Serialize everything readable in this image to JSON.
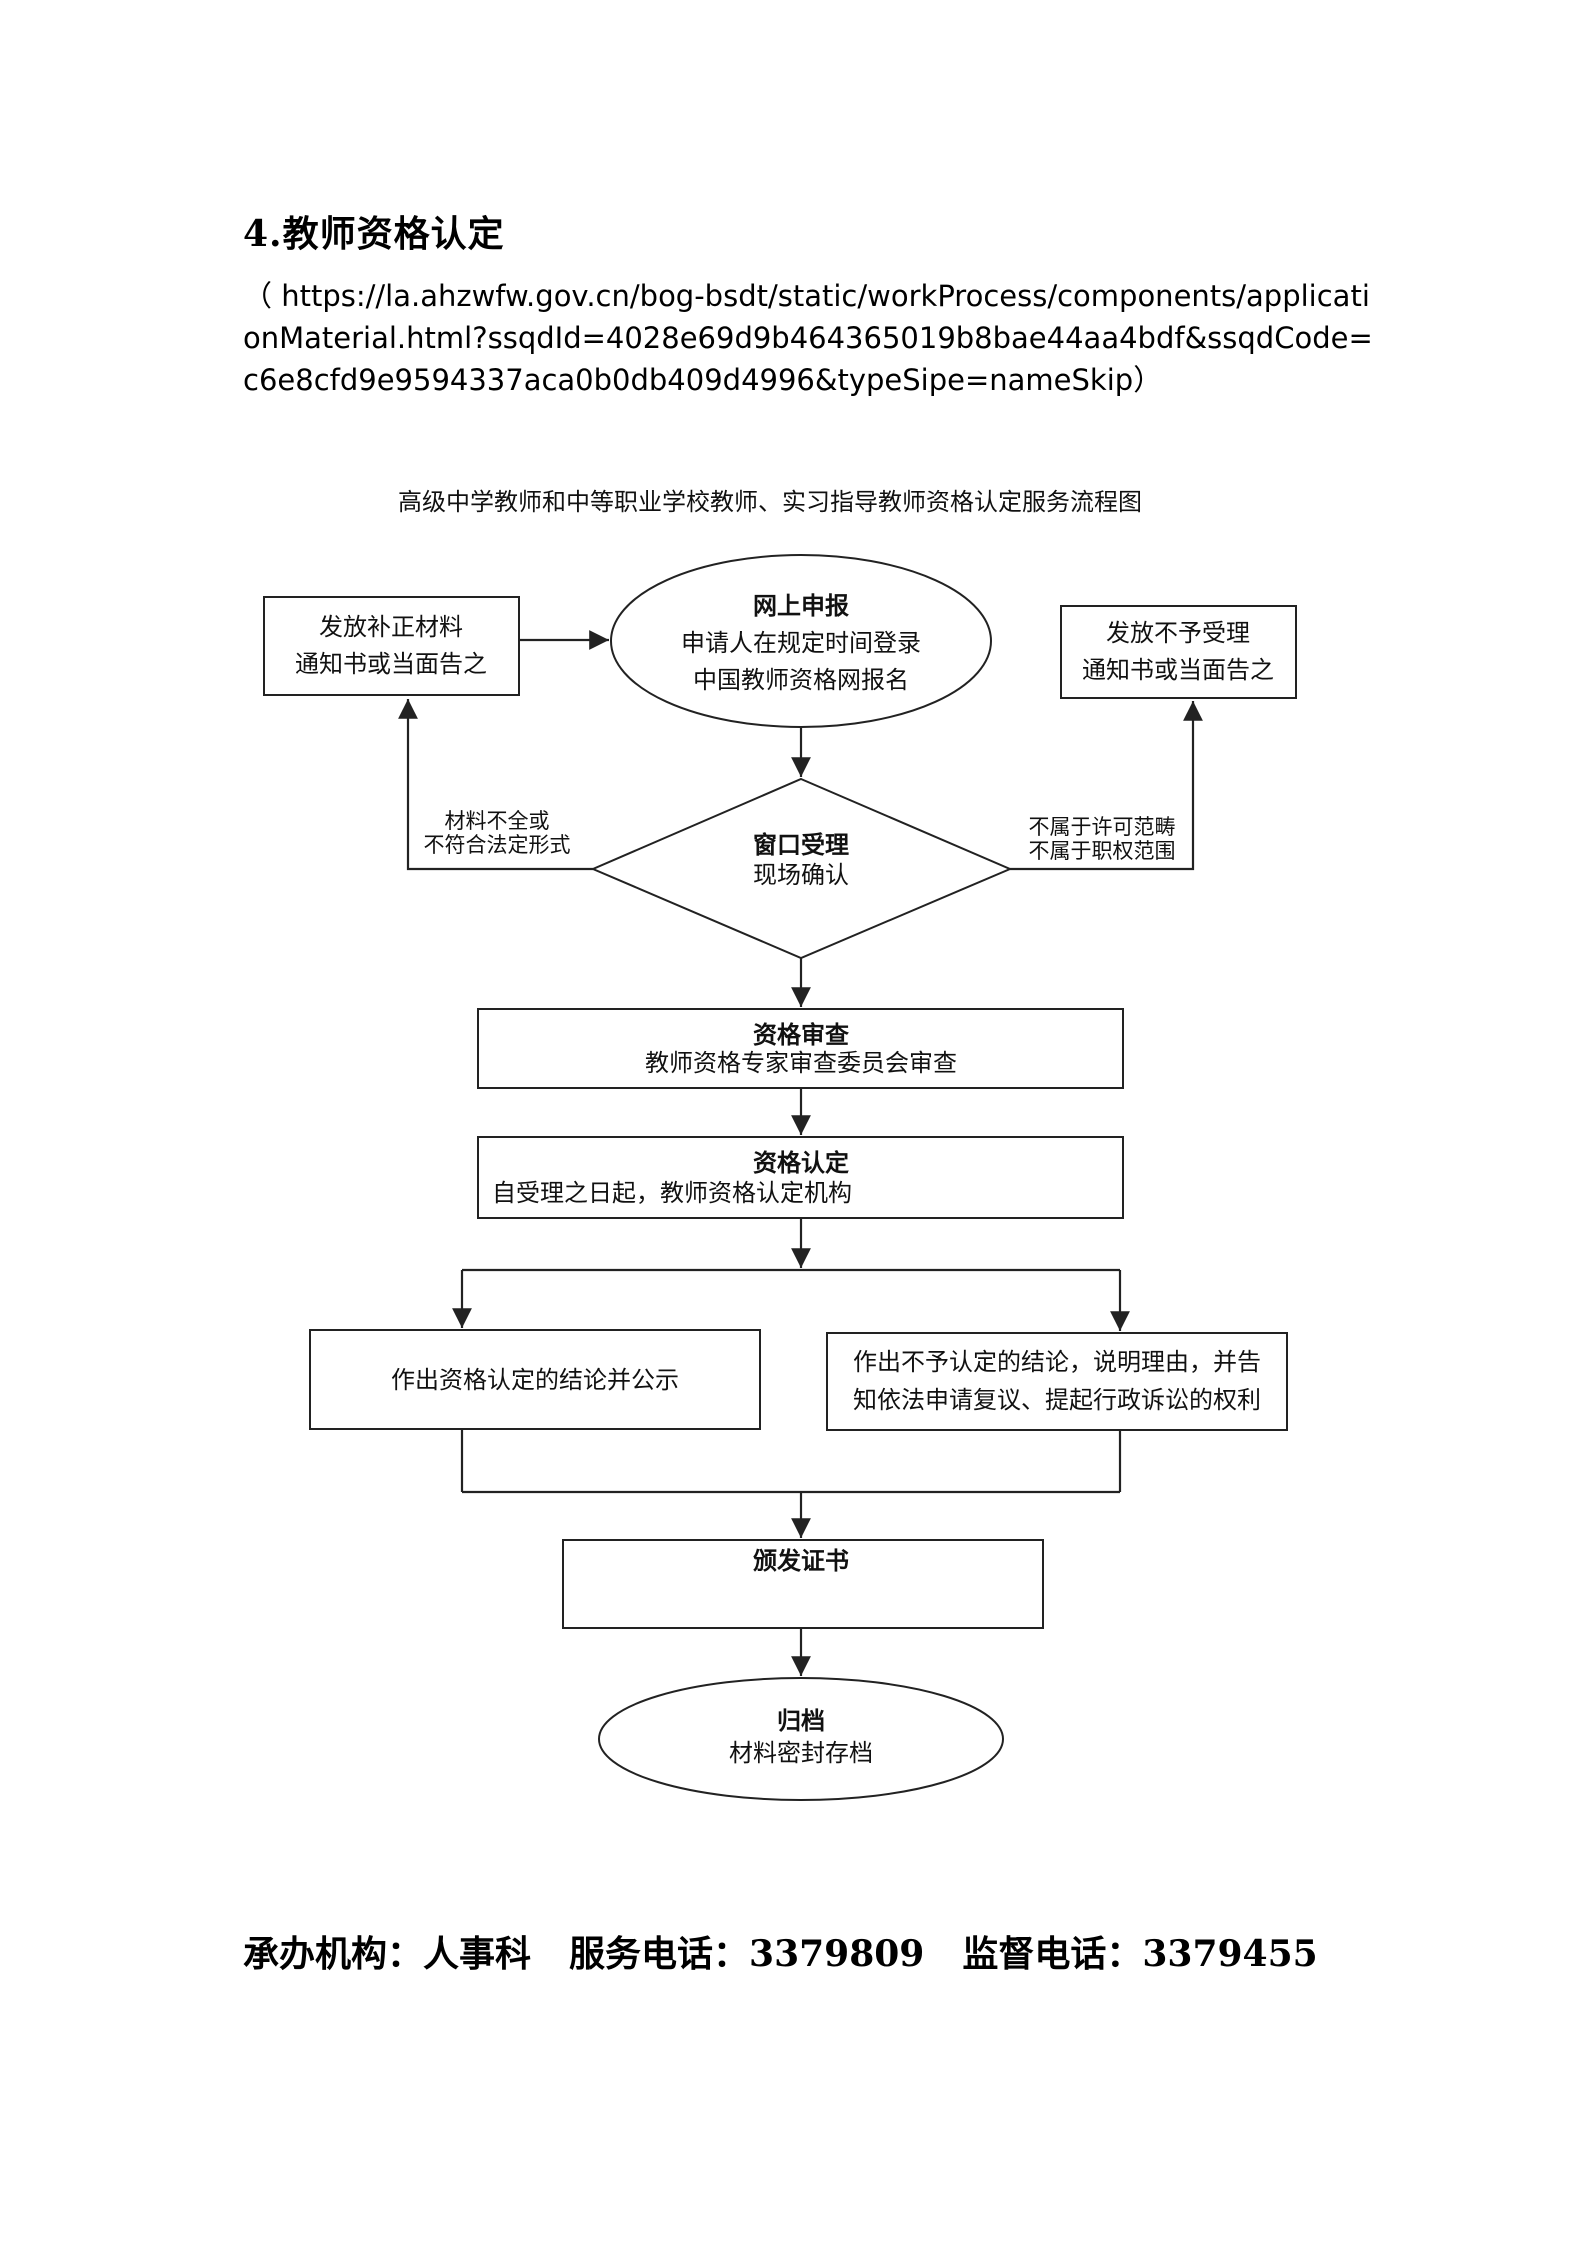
{
  "heading": "4.教师资格认定",
  "source_url": "（ https://la.ahzwfw.gov.cn/bog-bsdt/static/workProcess/components/applicationMaterial.html?ssqdId=4028e69d9b464365019b8bae44aa4bdf&ssqdCode=c6e8cfd9e9594337aca0b0db409d4996&typeSipe=nameSkip）",
  "flowchart": {
    "title": "高级中学教师和中等职业学校教师、实习指导教师资格认定服务流程图",
    "nodes": {
      "online_apply": {
        "title": "网上申报",
        "lines": [
          "申请人在规定时间登录",
          "中国教师资格网报名"
        ]
      },
      "supplement_notice": {
        "lines": [
          "发放补正材料",
          "通知书或当面告之"
        ]
      },
      "reject_notice": {
        "lines": [
          "发放不予受理",
          "通知书或当面告之"
        ]
      },
      "window_accept": {
        "title": "窗口受理",
        "lines": [
          "现场确认"
        ]
      },
      "qualification_review": {
        "title": "资格审查",
        "lines": [
          "教师资格专家审查委员会审查"
        ]
      },
      "qualification_certify": {
        "title": "资格认定",
        "lines": [
          "自受理之日起，教师资格认定机构"
        ]
      },
      "certify_publish": {
        "lines": [
          "作出资格认定的结论并公示"
        ]
      },
      "certify_deny": {
        "lines": [
          "作出不予认定的结论，说明理由，并告",
          "知依法申请复议、提起行政诉讼的权利"
        ]
      },
      "issue_certificate": {
        "title": "颁发证书"
      },
      "archive": {
        "title": "归档",
        "lines": [
          "材料密封存档"
        ]
      }
    },
    "edge_labels": {
      "left_branch": [
        "材料不全或",
        "不符合法定形式"
      ],
      "right_branch": [
        "不属于许可范畴",
        "不属于职权范围"
      ]
    }
  },
  "footer": {
    "agency": "承办机构：人事科",
    "service_phone": "服务电话：3379809",
    "supervision_phone": "监督电话：3379455"
  }
}
